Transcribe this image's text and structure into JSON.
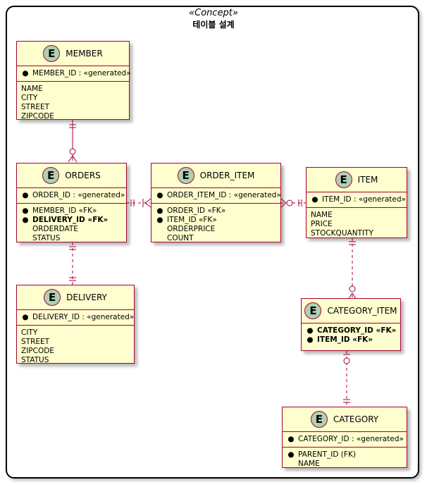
{
  "package": {
    "stereotype": "«Concept»",
    "title": "테이블 설계"
  },
  "entities": {
    "member": {
      "badge": "E",
      "name": "MEMBER",
      "keys": [
        {
          "mark": "●",
          "text": "MEMBER_ID : «generated»"
        }
      ],
      "fields": [
        {
          "text": "NAME"
        },
        {
          "text": "CITY"
        },
        {
          "text": "STREET"
        },
        {
          "text": "ZIPCODE"
        }
      ]
    },
    "orders": {
      "badge": "E",
      "name": "ORDERS",
      "keys": [
        {
          "mark": "●",
          "text": "ORDER_ID : «generated»"
        }
      ],
      "fields": [
        {
          "mark": "●",
          "text": "MEMBER_ID «FK»"
        },
        {
          "mark": "●",
          "text": "DELIVERY_ID «FK»",
          "bold": true
        },
        {
          "text": "ORDERDATE"
        },
        {
          "text": "STATUS"
        }
      ]
    },
    "order_item": {
      "badge": "E",
      "name": "ORDER_ITEM",
      "keys": [
        {
          "mark": "●",
          "text": "ORDER_ITEM_ID : «generated»"
        }
      ],
      "fields": [
        {
          "mark": "●",
          "text": "ORDER_ID «FK»"
        },
        {
          "mark": "●",
          "text": "ITEM_ID «FK»"
        },
        {
          "text": "ORDERPRICE"
        },
        {
          "text": "COUNT"
        }
      ]
    },
    "item": {
      "badge": "E",
      "name": "ITEM",
      "keys": [
        {
          "mark": "●",
          "text": "ITEM_ID : «generated»"
        }
      ],
      "fields": [
        {
          "text": "NAME"
        },
        {
          "text": "PRICE"
        },
        {
          "text": "STOCKQUANTITY"
        }
      ]
    },
    "delivery": {
      "badge": "E",
      "name": "DELIVERY",
      "keys": [
        {
          "mark": "●",
          "text": "DELIVERY_ID : «generated»"
        }
      ],
      "fields": [
        {
          "text": "CITY"
        },
        {
          "text": "STREET"
        },
        {
          "text": "ZIPCODE"
        },
        {
          "text": "STATUS"
        }
      ]
    },
    "category_item": {
      "badge": "E",
      "name": "CATEGORY_ITEM",
      "keys": [
        {
          "mark": "●",
          "text": "CATEGORY_ID «FK»",
          "bold": true
        },
        {
          "mark": "●",
          "text": "ITEM_ID «FK»",
          "bold": true
        }
      ],
      "fields": []
    },
    "category": {
      "badge": "E",
      "name": "CATEGORY",
      "keys": [
        {
          "mark": "●",
          "text": "CATEGORY_ID : «generated»"
        }
      ],
      "fields": [
        {
          "mark": "●",
          "text": "PARENT_ID (FK)"
        },
        {
          "text": "NAME"
        }
      ]
    }
  },
  "relations": [
    {
      "from": "member",
      "to": "orders",
      "from_end": "exactly-one",
      "to_end": "zero-or-many",
      "style": "solid"
    },
    {
      "from": "orders",
      "to": "order_item",
      "from_end": "exactly-one",
      "to_end": "one-or-many",
      "style": "dashed"
    },
    {
      "from": "order_item",
      "to": "item",
      "from_end": "zero-or-many",
      "to_end": "exactly-one",
      "style": "dashed"
    },
    {
      "from": "orders",
      "to": "delivery",
      "from_end": "exactly-one",
      "to_end": "exactly-one",
      "style": "dashed"
    },
    {
      "from": "item",
      "to": "category_item",
      "from_end": "exactly-one",
      "to_end": "zero-or-many",
      "style": "dashed"
    },
    {
      "from": "category_item",
      "to": "category",
      "from_end": "zero-or-one",
      "to_end": "exactly-one",
      "style": "dashed"
    }
  ],
  "colors": {
    "entity_fill": "#FEFECE",
    "border": "#A80036",
    "badge_fill": "#ADD1B2"
  }
}
